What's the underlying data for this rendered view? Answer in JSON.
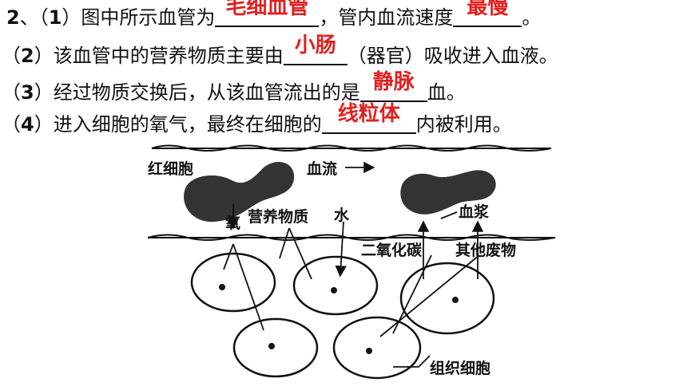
{
  "question": {
    "q1": {
      "num": "2",
      "sep": "、（",
      "sub": "1",
      "p1": "）图中所示血管为",
      "a1": "毛细血管",
      "p2": "，管内血流速度",
      "a2": "最慢",
      "p3": "。"
    },
    "q2": {
      "open": "（",
      "sub": "2",
      "p1": "）该血管中的营养物质主要由",
      "a1": "小肠",
      "p2": "（器官）吸收进入血液。"
    },
    "q3": {
      "open": "（",
      "sub": "3",
      "p1": "）经过物质交换后，从该血管流出的是",
      "a1": "静脉",
      "p2": "血。"
    },
    "q4": {
      "open": "（",
      "sub": "4",
      "p1": "）进入细胞的氧气，最终在细胞的",
      "a1": "线粒体",
      "p2": "内被利用。"
    }
  },
  "diagram": {
    "labels": {
      "red_cell": "红细胞",
      "blood_flow": "血流",
      "oxygen": "氧",
      "nutrients": "营养物质",
      "water": "水",
      "plasma": "血浆",
      "co2": "二氧化碳",
      "waste": "其他废物",
      "tissue_cell": "组织细胞"
    }
  },
  "colors": {
    "answer": "#e02020",
    "text": "#111111"
  }
}
